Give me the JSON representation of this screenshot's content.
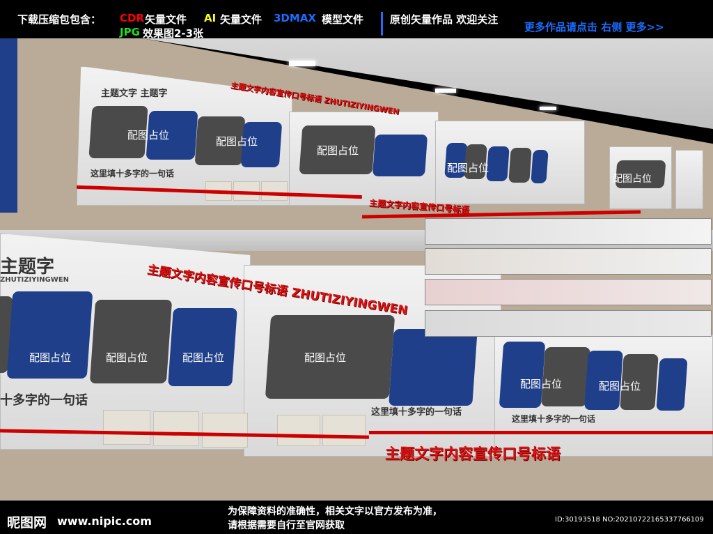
{
  "header": {
    "package_label": "下载压缩包包含：",
    "cdr": "CDR",
    "cdr_suffix": "矢量文件",
    "ai": "AI",
    "ai_suffix": "矢量文件",
    "max": "3DMAX",
    "max_suffix": "模型文件",
    "jpg": "JPG",
    "jpg_suffix": "效果图2-3张",
    "original": "原创矢量作品 欢迎关注",
    "more": "更多作品请点击  右侧  更多>>"
  },
  "scene": {
    "main_title": "主题文字 主题字",
    "title_short": "主题字",
    "pinyin": "ZHUTIZIYINGWEN",
    "red_title": "主题文字内容宣传口号标语",
    "red_title_en": "主题文字内容宣传口号标语 ZHUTIZIYINGWEN",
    "placeholder": "配图占位",
    "sentence": "这里填十多字的一句话",
    "sentence_partial": "十多字的一句话"
  },
  "footer": {
    "logo": "昵图网",
    "url": "www.nipic.com",
    "notice_1": "为保障资料的准确性，相关文字以官方发布为准，",
    "notice_2": "请根据需要自行至官网获取",
    "id": "ID:30193518 NO:20210722165337766109"
  },
  "colors": {
    "red": "#ff0000",
    "yellow": "#ffff00",
    "blue": "#1a6dff",
    "green": "#22dd22",
    "wall_blue": "#1f3f8a"
  }
}
